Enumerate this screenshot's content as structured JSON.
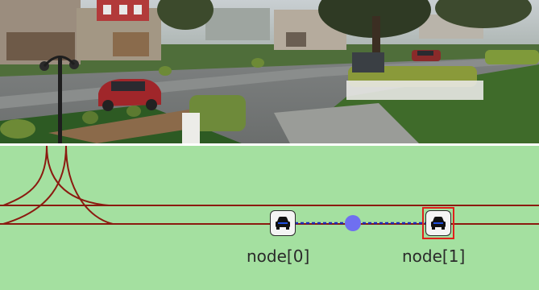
{
  "camera_view": {
    "scene": "suburban-street-3d-render"
  },
  "map": {
    "background_color": "#a4e0a0",
    "road_color": "#8b1a10",
    "link_color": "#1e2ab8",
    "waypoint_color": "#6f6ff0",
    "selected_color": "#e0201c",
    "nodes": [
      {
        "label": "node[0]",
        "icon": "car-icon",
        "selected": false
      },
      {
        "label": "node[1]",
        "icon": "car-icon",
        "selected": true
      }
    ]
  }
}
